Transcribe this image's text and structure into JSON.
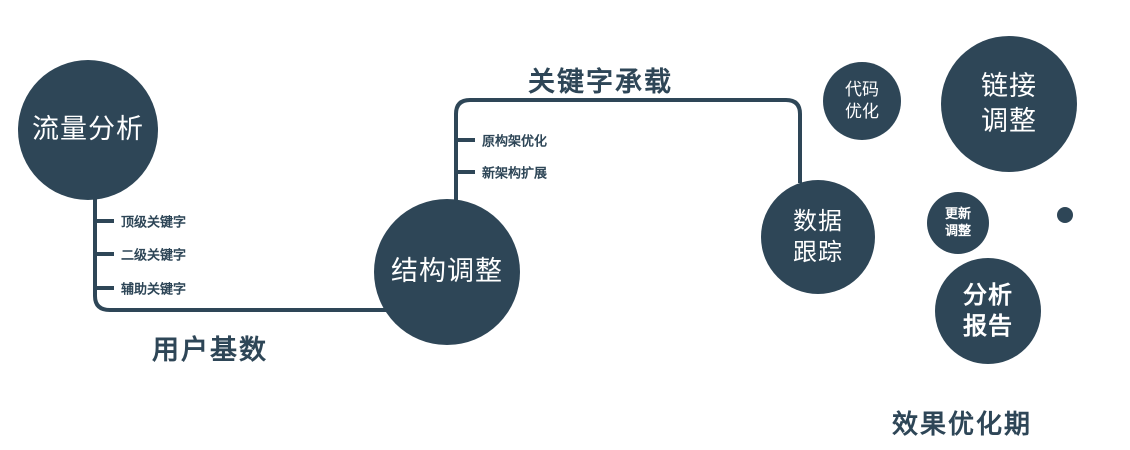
{
  "diagram": {
    "colors": {
      "primary": "#2e4657",
      "text_on_node": "#ffffff",
      "background": "#ffffff"
    },
    "nodes": {
      "traffic_analysis": {
        "label": "流量分析"
      },
      "structure_adjust": {
        "label": "结构调整"
      },
      "data_tracking": {
        "line1": "数据",
        "line2": "跟踪"
      },
      "code_optimization": {
        "line1": "代码",
        "line2": "优化"
      },
      "link_adjustment": {
        "line1": "链接",
        "line2": "调整"
      },
      "update_adjustment": {
        "line1": "更新",
        "line2": "调整"
      },
      "analysis_report": {
        "line1": "分析",
        "line2": "报告"
      }
    },
    "branch_labels": {
      "traffic": [
        "顶级关键字",
        "二级关键字",
        "辅助关键字"
      ],
      "structure": [
        "原构架优化",
        "新架构扩展"
      ]
    },
    "edge_labels": {
      "user_base": "用户基数",
      "keyword_carry": "关键字承载"
    },
    "caption": "效果优化期"
  }
}
